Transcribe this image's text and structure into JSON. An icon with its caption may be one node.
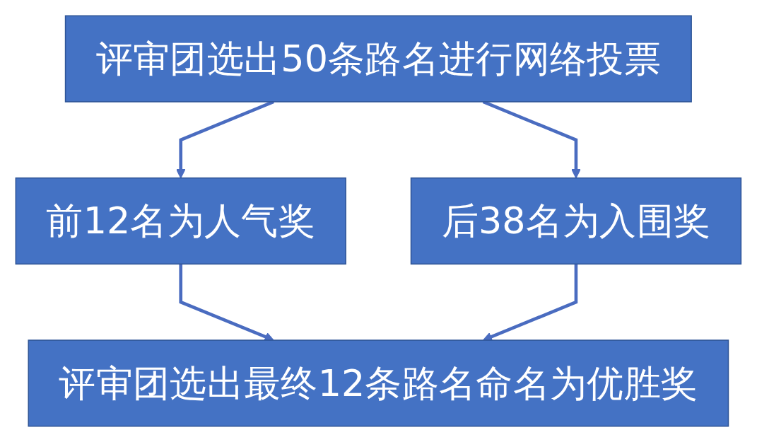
{
  "diagram": {
    "nodes": [
      {
        "text": [
          "评审团选出50条路名进行网络投票"
        ]
      },
      {
        "text": [
          "前12名为人气奖"
        ]
      },
      {
        "text": [
          "后38名为入围奖"
        ]
      },
      {
        "text": [
          "评审团选出最终12条路名命名为优胜奖"
        ]
      }
    ],
    "edges": [
      {
        "from": 0,
        "to": 1,
        "arrow": "to"
      },
      {
        "from": 0,
        "to": 2,
        "arrow": "to"
      },
      {
        "from": 1,
        "to": 3,
        "arrow": "to"
      },
      {
        "from": 2,
        "to": 3,
        "arrow": "to"
      }
    ]
  }
}
